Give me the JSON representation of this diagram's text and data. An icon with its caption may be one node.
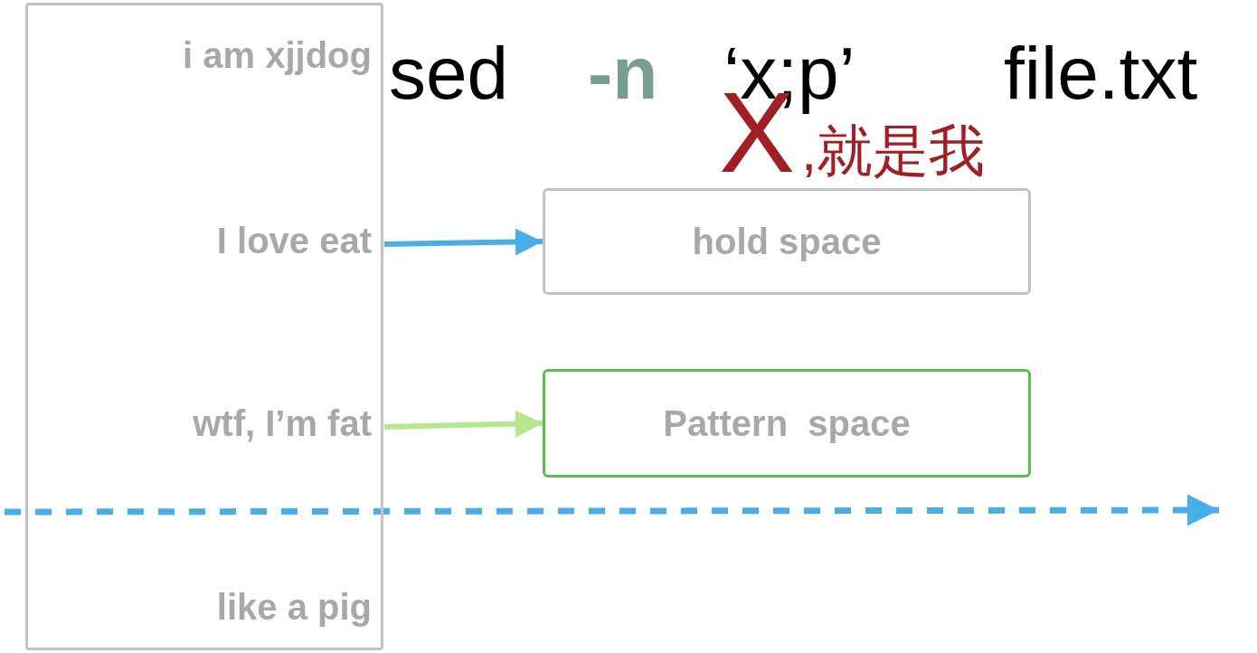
{
  "diagram": {
    "nodes": [
      {
        "text": [],
        "shape": "box"
      },
      {
        "text": [
          "i am xjjdog"
        ],
        "in": 0
      },
      {
        "text": [
          "I love eat"
        ],
        "in": 0
      },
      {
        "text": [
          "wtf, I’m fat"
        ],
        "in": 0
      },
      {
        "text": [
          "like a pig"
        ],
        "in": 0
      },
      {
        "text": [
          "hold space"
        ]
      },
      {
        "text": [
          "Pattern  space"
        ]
      }
    ],
    "edges": [
      {
        "from": 2,
        "to": 5,
        "arrow": "to",
        "color": "#4aaee6"
      },
      {
        "from": 3,
        "to": 6,
        "arrow": "to",
        "color": "#b8e68c"
      }
    ],
    "labels": [
      "sed",
      "-n",
      "‘x;p’",
      "file.txt",
      "X",
      ",就是我"
    ]
  }
}
